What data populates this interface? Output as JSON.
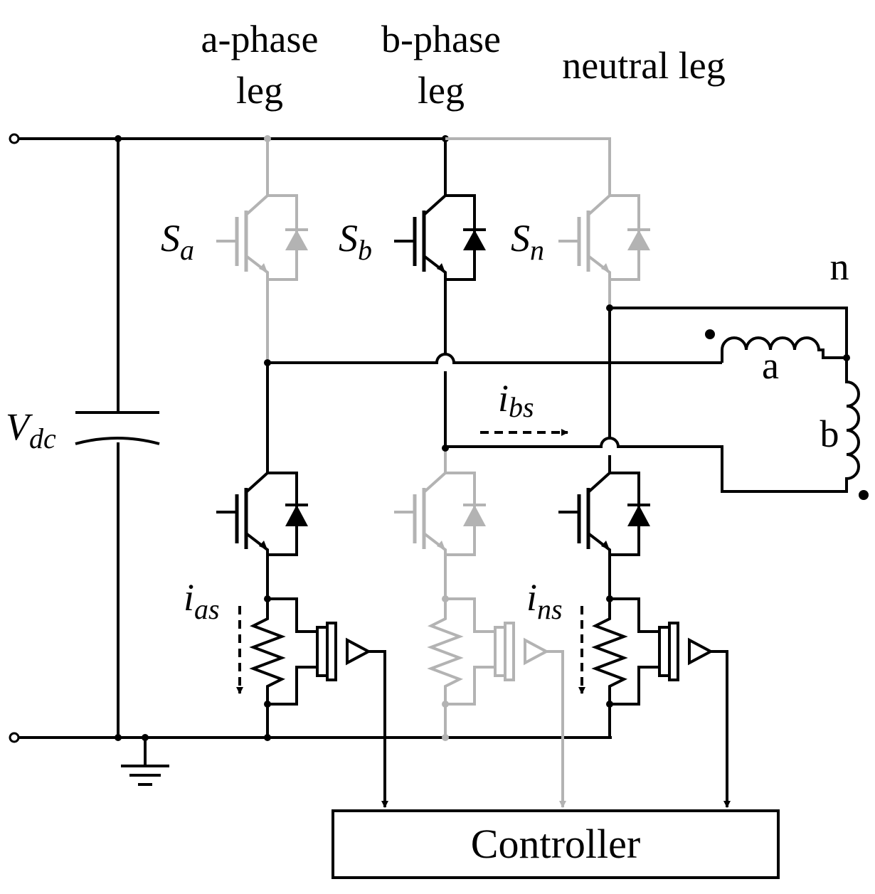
{
  "labels": {
    "a_phase_leg_line1": "a-phase",
    "a_phase_leg_line2": "leg",
    "b_phase_leg_line1": "b-phase",
    "b_phase_leg_line2": "leg",
    "neutral_leg": "neutral leg",
    "vdc_main": "V",
    "vdc_sub": "dc",
    "sa_main": "S",
    "sa_sub": "a",
    "sb_main": "S",
    "sb_sub": "b",
    "sn_main": "S",
    "sn_sub": "n",
    "n_node": "n",
    "winding_a": "a",
    "winding_b": "b",
    "ibs_main": "i",
    "ibs_sub": "bs",
    "ias_main": "i",
    "ias_sub": "as",
    "ins_main": "i",
    "ins_sub": "ns",
    "controller": "Controller"
  },
  "colors": {
    "active": "#000000",
    "inactive": "#b3b3b3"
  }
}
